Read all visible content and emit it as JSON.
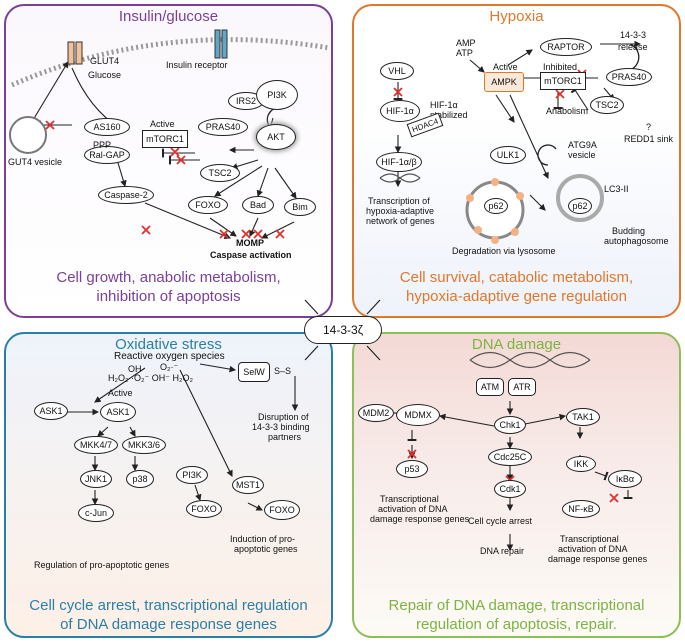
{
  "center_label": "14-3-3ζ",
  "panels": {
    "insulin": {
      "title": "Insulin/glucose",
      "summary_l1": "Cell growth, anabolic metabolism,",
      "summary_l2": "inhibition of apoptosis",
      "labels": {
        "glut4": "GLUT4",
        "glucose": "Glucose",
        "insulin_receptor": "Insulin receptor",
        "glut4_vesicle": "GUT4 vesicle",
        "as160": "AS160",
        "ralgap": "Ral-GAP",
        "irs2": "IRS2",
        "pi3k": "PI3K",
        "akt": "AKT",
        "pras40": "PRAS40",
        "active": "Active",
        "mtorc1": "mTORC1",
        "tsc2": "TSC2",
        "ppp": "PPP",
        "caspase2": "Caspase-2",
        "foxo": "FOXO",
        "bad": "Bad",
        "bim": "Bim",
        "momp": "MOMP",
        "caspase_activation": "Caspase activation"
      }
    },
    "hypoxia": {
      "title": "Hypoxia",
      "summary_l1": "Cell survival, catabolic metabolism,",
      "summary_l2": "hypoxia-adaptive gene regulation",
      "labels": {
        "amp": "AMP",
        "atp": "ATP",
        "vhl": "VHL",
        "active": "Active",
        "ampk": "AMPK",
        "raptor": "RAPTOR",
        "inhibited": "Inhibited",
        "mtorc1": "mTORC1",
        "release": "14-3-3",
        "release2": "release",
        "pras40": "PRAS40",
        "hif1a": "HIF-1α",
        "hif_stab1": "HIF-1α",
        "hif_stab2": "stabilized",
        "hdac4": "HDAC4",
        "anabolism": "Anabolism",
        "tsc2": "TSC2",
        "q": "?",
        "redd1": "REDD1 sink",
        "hif1ab": "HIF-1α/β",
        "ulk1": "ULK1",
        "atg9a": "ATG9A",
        "vesicle": "vesicle",
        "lc3": "LC3-II",
        "trans1": "Transcription of",
        "trans2": "hypoxia-adaptive",
        "trans3": "network of genes",
        "p62a": "p62",
        "p62b": "p62",
        "budding1": "Budding",
        "budding2": "autophagosome",
        "degradation": "Degradation via lysosome"
      }
    },
    "oxidative": {
      "title": "Oxidative stress",
      "summary_l1": "Cell cycle arrest, transcriptional regulation",
      "summary_l2": "of DNA damage response genes",
      "labels": {
        "ros": "Reactive oxygen species",
        "ros_sp1": "OH·",
        "ros_sp2": "O₂·⁻",
        "ros_sp3": "H₂O₂ ·O₂⁻ OH⁻ H₂O₂",
        "selw": "SelW",
        "ss": "S–S",
        "ask1a": "ASK1",
        "active": "Active",
        "ask1b": "ASK1",
        "mkk47": "MKK4/7",
        "mkk36": "MKK3/6",
        "jnk1": "JNK1",
        "p38": "p38",
        "cjun": "c-Jun",
        "pi3k": "PI3K",
        "mst1": "MST1",
        "foxo1": "FOXO",
        "foxo2": "FOXO",
        "disr1": "Disruption of",
        "disr2": "14-3-3 binding",
        "disr3": "partners",
        "reg": "Regulation of pro-apoptotic genes",
        "ind1": "Induction of pro-",
        "ind2": "apoptotic genes"
      }
    },
    "dna": {
      "title": "DNA damage",
      "summary_l1": "Repair of DNA damage, transcriptional",
      "summary_l2": "regulation of apoptosis, repair.",
      "labels": {
        "atm": "ATM",
        "atr": "ATR",
        "mdm2": "MDM2",
        "mdmx": "MDMX",
        "chk1": "Chk1",
        "tak1": "TAK1",
        "p53": "p53",
        "cdc25c": "Cdc25C",
        "ikk": "IKK",
        "ikba": "IκBα",
        "nfkb": "NF-κB",
        "cdk1": "Cdk1",
        "tr1": "Transcriptional",
        "tr2": "activation of DNA",
        "tr3": "damage response genes",
        "arrest": "Cell cycle arrest",
        "repair": "DNA repair",
        "tr4": "Transcriptional",
        "tr5": "activation of DNA",
        "tr6": "damage response genes"
      }
    }
  },
  "colors": {
    "insulin": "#7b3f99",
    "hypoxia": "#e0782c",
    "oxidative": "#2a7fa8",
    "dna": "#8dbf56",
    "inhibit_x": "#e0302a"
  }
}
